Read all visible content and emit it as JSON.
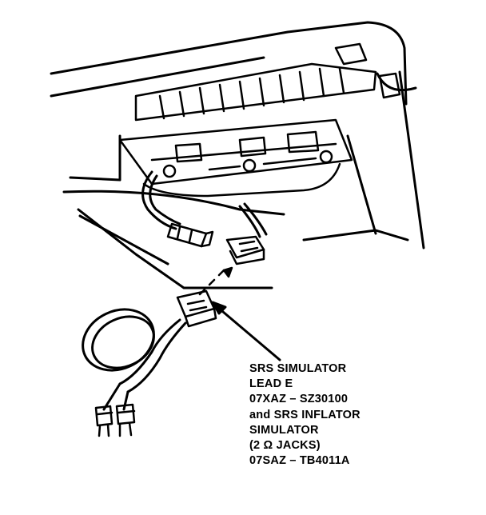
{
  "colors": {
    "ink": "#000000",
    "paper": "#ffffff"
  },
  "callout": {
    "lines": [
      "SRS SIMULATOR",
      "LEAD E",
      "07XAZ – SZ30100",
      "and SRS INFLATOR",
      "SIMULATOR",
      "(2 Ω JACKS)",
      "07SAZ – TB4011A"
    ]
  }
}
